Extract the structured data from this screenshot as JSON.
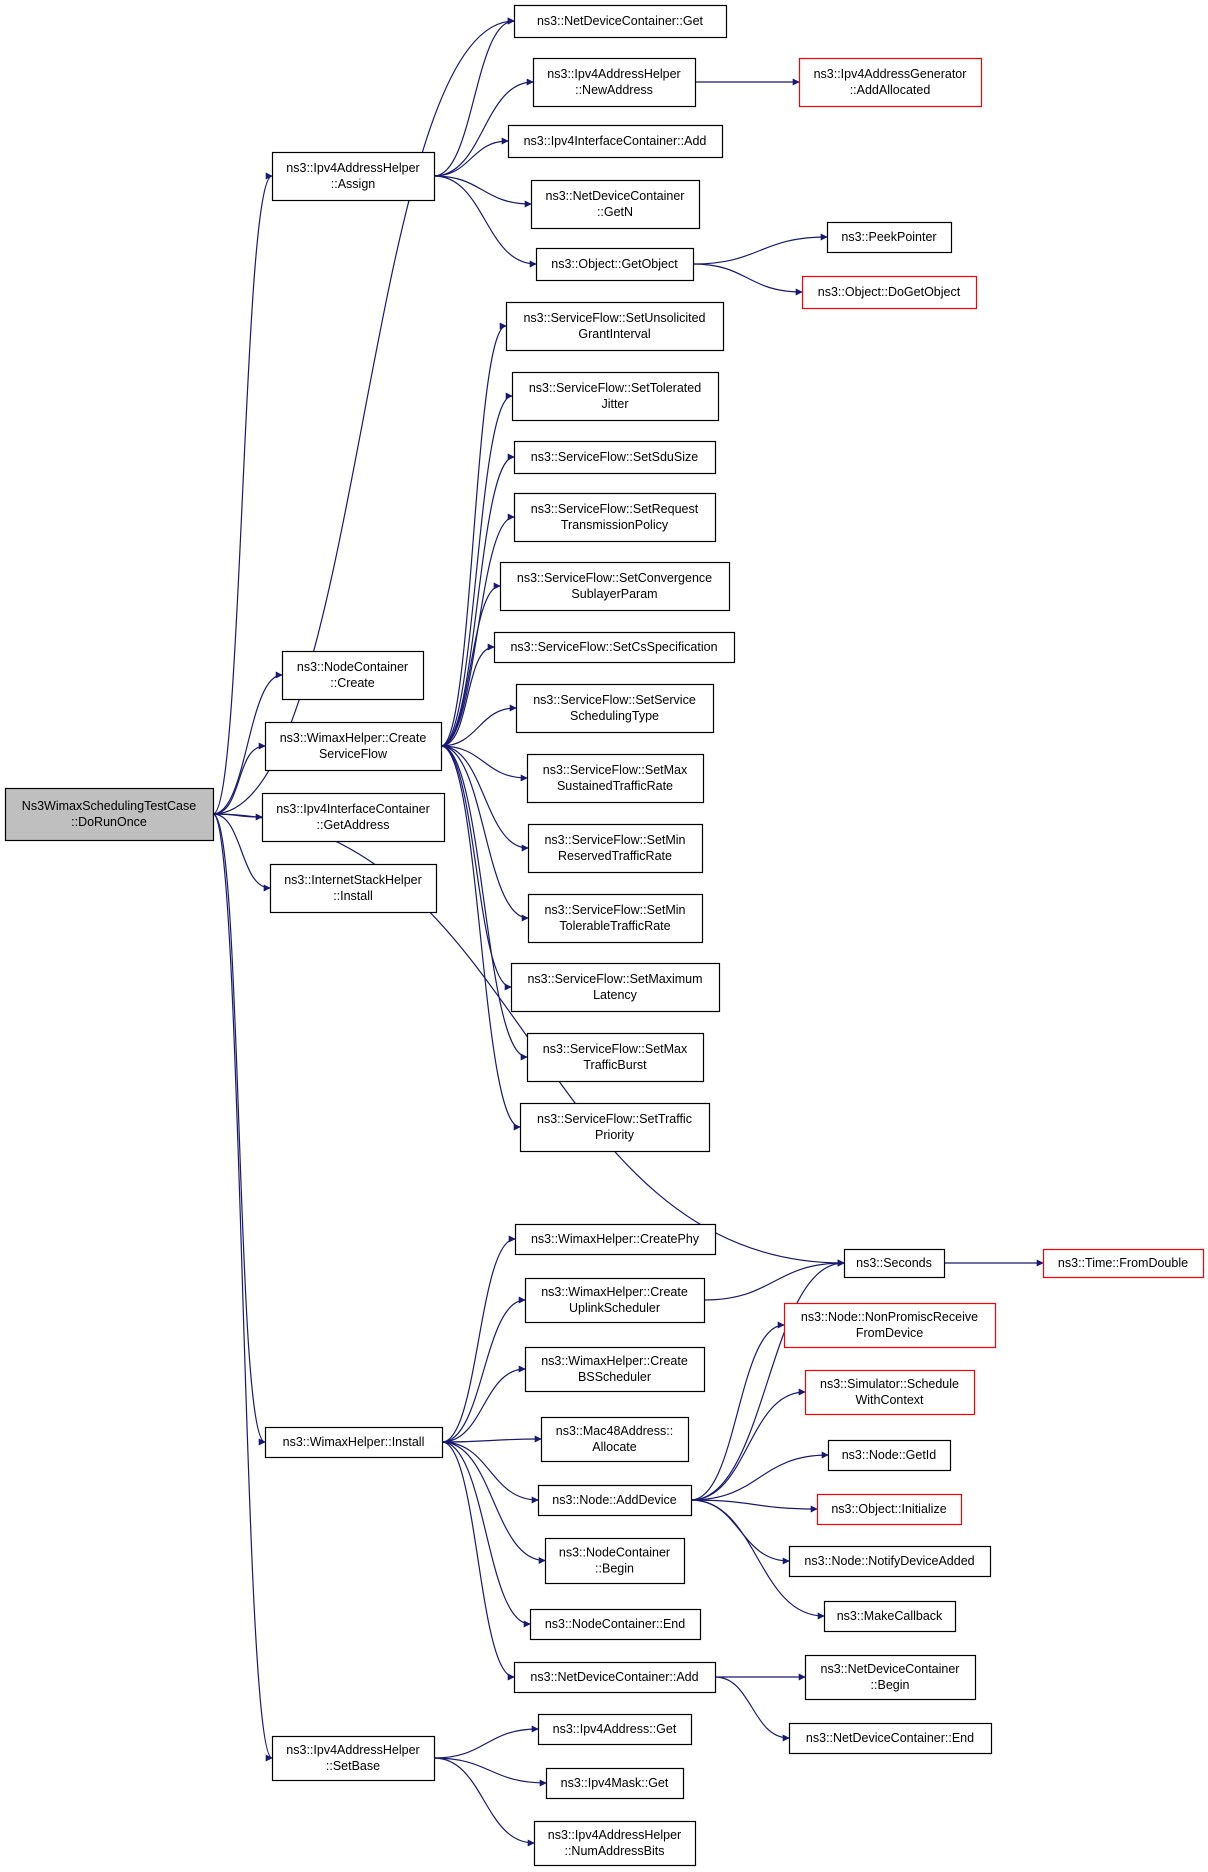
{
  "colors": {
    "edge": "#191970",
    "node_border": "#000000",
    "truncated_node_border": "#ff0000",
    "root_fill": "#bfbfbf",
    "node_fill": "#ffffff"
  },
  "graph": {
    "root": "root",
    "nodes": [
      {
        "id": "root",
        "lines": [
          "Ns3WimaxSchedulingTestCase",
          "::DoRunOnce"
        ],
        "style": "root"
      },
      {
        "id": "ndcGet",
        "lines": [
          "ns3::NetDeviceContainer::Get"
        ],
        "style": "normal"
      },
      {
        "id": "ipv4Assign",
        "lines": [
          "ns3::Ipv4AddressHelper",
          "::Assign"
        ],
        "style": "normal"
      },
      {
        "id": "newAddress",
        "lines": [
          "ns3::Ipv4AddressHelper",
          "::NewAddress"
        ],
        "style": "normal"
      },
      {
        "id": "addAllocated",
        "lines": [
          "ns3::Ipv4AddressGenerator",
          "::AddAllocated"
        ],
        "style": "truncated"
      },
      {
        "id": "ipv4IcAdd",
        "lines": [
          "ns3::Ipv4InterfaceContainer::Add"
        ],
        "style": "normal"
      },
      {
        "id": "ndcGetN",
        "lines": [
          "ns3::NetDeviceContainer",
          "::GetN"
        ],
        "style": "normal"
      },
      {
        "id": "getObject",
        "lines": [
          "ns3::Object::GetObject"
        ],
        "style": "normal"
      },
      {
        "id": "peekPointer",
        "lines": [
          "ns3::PeekPointer"
        ],
        "style": "normal"
      },
      {
        "id": "doGetObject",
        "lines": [
          "ns3::Object::DoGetObject"
        ],
        "style": "truncated"
      },
      {
        "id": "sfUnsolicited",
        "lines": [
          "ns3::ServiceFlow::SetUnsolicited",
          "GrantInterval"
        ],
        "style": "normal"
      },
      {
        "id": "sfJitter",
        "lines": [
          "ns3::ServiceFlow::SetTolerated",
          "Jitter"
        ],
        "style": "normal"
      },
      {
        "id": "sfSdu",
        "lines": [
          "ns3::ServiceFlow::SetSduSize"
        ],
        "style": "normal"
      },
      {
        "id": "sfRequest",
        "lines": [
          "ns3::ServiceFlow::SetRequest",
          "TransmissionPolicy"
        ],
        "style": "normal"
      },
      {
        "id": "sfConvergence",
        "lines": [
          "ns3::ServiceFlow::SetConvergence",
          "SublayerParam"
        ],
        "style": "normal"
      },
      {
        "id": "sfCs",
        "lines": [
          "ns3::ServiceFlow::SetCsSpecification"
        ],
        "style": "normal"
      },
      {
        "id": "sfService",
        "lines": [
          "ns3::ServiceFlow::SetService",
          "SchedulingType"
        ],
        "style": "normal"
      },
      {
        "id": "sfMaxSustained",
        "lines": [
          "ns3::ServiceFlow::SetMax",
          "SustainedTrafficRate"
        ],
        "style": "normal"
      },
      {
        "id": "sfMinReserved",
        "lines": [
          "ns3::ServiceFlow::SetMin",
          "ReservedTrafficRate"
        ],
        "style": "normal"
      },
      {
        "id": "sfMinTolerable",
        "lines": [
          "ns3::ServiceFlow::SetMin",
          "TolerableTrafficRate"
        ],
        "style": "normal"
      },
      {
        "id": "sfMaxLatency",
        "lines": [
          "ns3::ServiceFlow::SetMaximum",
          "Latency"
        ],
        "style": "normal"
      },
      {
        "id": "sfMaxBurst",
        "lines": [
          "ns3::ServiceFlow::SetMax",
          "TrafficBurst"
        ],
        "style": "normal"
      },
      {
        "id": "sfPriority",
        "lines": [
          "ns3::ServiceFlow::SetTraffic",
          "Priority"
        ],
        "style": "normal"
      },
      {
        "id": "ncCreate",
        "lines": [
          "ns3::NodeContainer",
          "::Create"
        ],
        "style": "normal"
      },
      {
        "id": "createSF",
        "lines": [
          "ns3::WimaxHelper::Create",
          "ServiceFlow"
        ],
        "style": "normal"
      },
      {
        "id": "icGetAddress",
        "lines": [
          "ns3::Ipv4InterfaceContainer",
          "::GetAddress"
        ],
        "style": "normal"
      },
      {
        "id": "isInstall",
        "lines": [
          "ns3::InternetStackHelper",
          "::Install"
        ],
        "style": "normal"
      },
      {
        "id": "seconds",
        "lines": [
          "ns3::Seconds"
        ],
        "style": "normal"
      },
      {
        "id": "fromDouble",
        "lines": [
          "ns3::Time::FromDouble"
        ],
        "style": "truncated"
      },
      {
        "id": "createPhy",
        "lines": [
          "ns3::WimaxHelper::CreatePhy"
        ],
        "style": "normal"
      },
      {
        "id": "createUplink",
        "lines": [
          "ns3::WimaxHelper::Create",
          "UplinkScheduler"
        ],
        "style": "normal"
      },
      {
        "id": "createBS",
        "lines": [
          "ns3::WimaxHelper::Create",
          "BSScheduler"
        ],
        "style": "normal"
      },
      {
        "id": "wimaxInstall",
        "lines": [
          "ns3::WimaxHelper::Install"
        ],
        "style": "normal"
      },
      {
        "id": "macAllocate",
        "lines": [
          "ns3::Mac48Address::",
          "Allocate"
        ],
        "style": "normal"
      },
      {
        "id": "addDevice",
        "lines": [
          "ns3::Node::AddDevice"
        ],
        "style": "normal"
      },
      {
        "id": "ncBegin",
        "lines": [
          "ns3::NodeContainer",
          "::Begin"
        ],
        "style": "normal"
      },
      {
        "id": "ncEnd",
        "lines": [
          "ns3::NodeContainer::End"
        ],
        "style": "normal"
      },
      {
        "id": "ndcAdd",
        "lines": [
          "ns3::NetDeviceContainer::Add"
        ],
        "style": "normal"
      },
      {
        "id": "nonPromisc",
        "lines": [
          "ns3::Node::NonPromiscReceive",
          "FromDevice"
        ],
        "style": "truncated"
      },
      {
        "id": "schedWithCtx",
        "lines": [
          "ns3::Simulator::Schedule",
          "WithContext"
        ],
        "style": "truncated"
      },
      {
        "id": "getId",
        "lines": [
          "ns3::Node::GetId"
        ],
        "style": "normal"
      },
      {
        "id": "objInit",
        "lines": [
          "ns3::Object::Initialize"
        ],
        "style": "truncated"
      },
      {
        "id": "notifyDevAdded",
        "lines": [
          "ns3::Node::NotifyDeviceAdded"
        ],
        "style": "normal"
      },
      {
        "id": "makeCallback",
        "lines": [
          "ns3::MakeCallback"
        ],
        "style": "normal"
      },
      {
        "id": "ndcBegin",
        "lines": [
          "ns3::NetDeviceContainer",
          "::Begin"
        ],
        "style": "normal"
      },
      {
        "id": "ndcEnd",
        "lines": [
          "ns3::NetDeviceContainer::End"
        ],
        "style": "normal"
      },
      {
        "id": "setBase",
        "lines": [
          "ns3::Ipv4AddressHelper",
          "::SetBase"
        ],
        "style": "normal"
      },
      {
        "id": "ipv4AddrGet",
        "lines": [
          "ns3::Ipv4Address::Get"
        ],
        "style": "normal"
      },
      {
        "id": "ipv4MaskGet",
        "lines": [
          "ns3::Ipv4Mask::Get"
        ],
        "style": "normal"
      },
      {
        "id": "numAddrBits",
        "lines": [
          "ns3::Ipv4AddressHelper",
          "::NumAddressBits"
        ],
        "style": "normal"
      }
    ],
    "edges": [
      [
        "root",
        "ndcGet"
      ],
      [
        "root",
        "ipv4Assign"
      ],
      [
        "root",
        "ncCreate"
      ],
      [
        "root",
        "createSF"
      ],
      [
        "root",
        "icGetAddress"
      ],
      [
        "root",
        "isInstall"
      ],
      [
        "root",
        "seconds"
      ],
      [
        "root",
        "wimaxInstall"
      ],
      [
        "root",
        "setBase"
      ],
      [
        "ipv4Assign",
        "ndcGet"
      ],
      [
        "ipv4Assign",
        "newAddress"
      ],
      [
        "ipv4Assign",
        "ipv4IcAdd"
      ],
      [
        "ipv4Assign",
        "ndcGetN"
      ],
      [
        "ipv4Assign",
        "getObject"
      ],
      [
        "newAddress",
        "addAllocated"
      ],
      [
        "getObject",
        "peekPointer"
      ],
      [
        "getObject",
        "doGetObject"
      ],
      [
        "createSF",
        "sfUnsolicited"
      ],
      [
        "createSF",
        "sfJitter"
      ],
      [
        "createSF",
        "sfSdu"
      ],
      [
        "createSF",
        "sfRequest"
      ],
      [
        "createSF",
        "sfConvergence"
      ],
      [
        "createSF",
        "sfCs"
      ],
      [
        "createSF",
        "sfService"
      ],
      [
        "createSF",
        "sfMaxSustained"
      ],
      [
        "createSF",
        "sfMinReserved"
      ],
      [
        "createSF",
        "sfMinTolerable"
      ],
      [
        "createSF",
        "sfMaxLatency"
      ],
      [
        "createSF",
        "sfMaxBurst"
      ],
      [
        "createSF",
        "sfPriority"
      ],
      [
        "seconds",
        "fromDouble"
      ],
      [
        "wimaxInstall",
        "createPhy"
      ],
      [
        "wimaxInstall",
        "createUplink"
      ],
      [
        "wimaxInstall",
        "createBS"
      ],
      [
        "wimaxInstall",
        "macAllocate"
      ],
      [
        "wimaxInstall",
        "addDevice"
      ],
      [
        "wimaxInstall",
        "ncBegin"
      ],
      [
        "wimaxInstall",
        "ncEnd"
      ],
      [
        "wimaxInstall",
        "ndcAdd"
      ],
      [
        "createUplink",
        "seconds"
      ],
      [
        "addDevice",
        "seconds"
      ],
      [
        "addDevice",
        "nonPromisc"
      ],
      [
        "addDevice",
        "schedWithCtx"
      ],
      [
        "addDevice",
        "getId"
      ],
      [
        "addDevice",
        "objInit"
      ],
      [
        "addDevice",
        "notifyDevAdded"
      ],
      [
        "addDevice",
        "makeCallback"
      ],
      [
        "ndcAdd",
        "ndcBegin"
      ],
      [
        "ndcAdd",
        "ndcEnd"
      ],
      [
        "setBase",
        "ipv4AddrGet"
      ],
      [
        "setBase",
        "ipv4MaskGet"
      ],
      [
        "setBase",
        "numAddrBits"
      ]
    ]
  }
}
